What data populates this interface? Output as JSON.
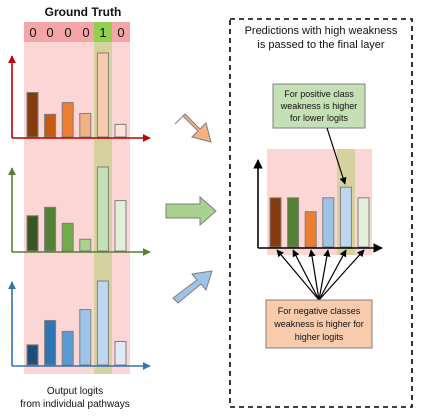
{
  "left": {
    "title": "Ground Truth",
    "ground_truth": [
      "0",
      "0",
      "0",
      "0",
      "1",
      "0"
    ],
    "caption_line1": "Output logits",
    "caption_line2": "from individual pathways",
    "pathways": [
      {
        "axis_color": "#c00000",
        "bar_colors": [
          "#843c0c",
          "#c55a11",
          "#ed7d31",
          "#f4b183",
          "#f8cbad",
          "#fbe5d6"
        ],
        "values": [
          0.53,
          0.27,
          0.41,
          0.28,
          1.0,
          0.15
        ]
      },
      {
        "axis_color": "#548235",
        "bar_colors": [
          "#385723",
          "#548235",
          "#70ad47",
          "#a9d18e",
          "#c5e0b4",
          "#e2f0d9"
        ],
        "values": [
          0.42,
          0.52,
          0.33,
          0.14,
          1.0,
          0.6
        ]
      },
      {
        "axis_color": "#2e75b6",
        "bar_colors": [
          "#1f4e79",
          "#2e75b6",
          "#5b9bd5",
          "#9dc3e6",
          "#bdd7ee",
          "#deebf7"
        ],
        "values": [
          0.24,
          0.53,
          0.4,
          0.66,
          1.0,
          0.28
        ]
      }
    ]
  },
  "right": {
    "title_line1": "Predictions with high weakness",
    "title_line2": "is passed to the final layer",
    "positive_note": [
      "For positive class",
      "weakness is higher",
      "for lower logits"
    ],
    "negative_note": [
      "For negative classes",
      "weakness is higher for",
      "higher logits"
    ],
    "final_bars": {
      "colors": [
        "#843c0c",
        "#548235",
        "#ed7d31",
        "#9dc3e6",
        "#bdd7ee",
        "#e2f0d9"
      ],
      "values": [
        0.6,
        0.6,
        0.43,
        0.6,
        0.73,
        0.6
      ]
    }
  },
  "colors": {
    "highlight_band": "#fcd5d5",
    "gt_zero": "#f4a6a6",
    "gt_one": "#92d050",
    "positive_column": "#d6d2a0",
    "positive_note_fill": "#c5e0b4",
    "negative_note_fill": "#f8cbad",
    "arrow_orange": "#f4b183",
    "arrow_green": "#a9d18e",
    "arrow_blue": "#9dc3e6"
  }
}
